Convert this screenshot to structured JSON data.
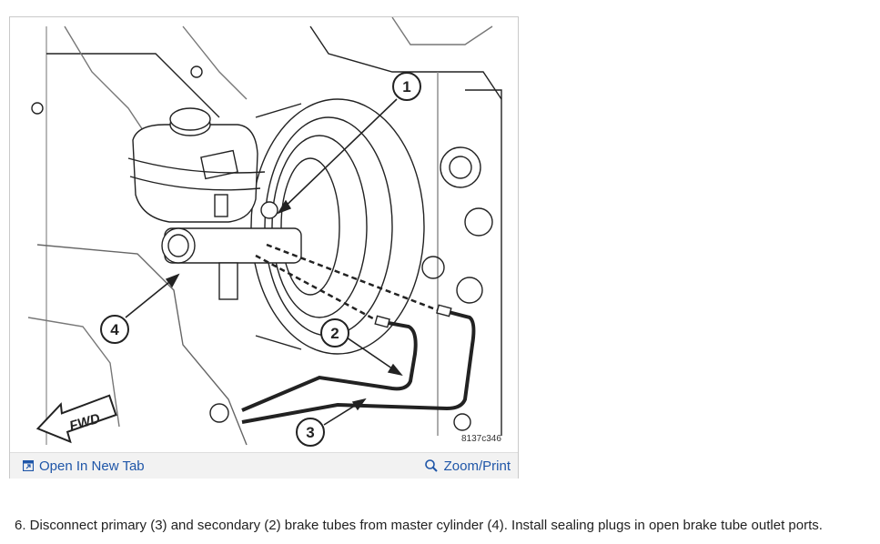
{
  "figure": {
    "callouts": [
      "1",
      "2",
      "3",
      "4"
    ],
    "fwd_label": "FWD",
    "figure_code": "8137c346"
  },
  "toolbar": {
    "open_label": "Open In New Tab",
    "open_icon": "open-in-new-tab-icon",
    "zoom_label": "Zoom/Print",
    "zoom_icon": "magnifier-icon",
    "link_color": "#1f56a8"
  },
  "caption": {
    "text": "6. Disconnect primary (3) and secondary (2) brake tubes from master cylinder (4). Install sealing plugs in open brake tube outlet ports."
  }
}
